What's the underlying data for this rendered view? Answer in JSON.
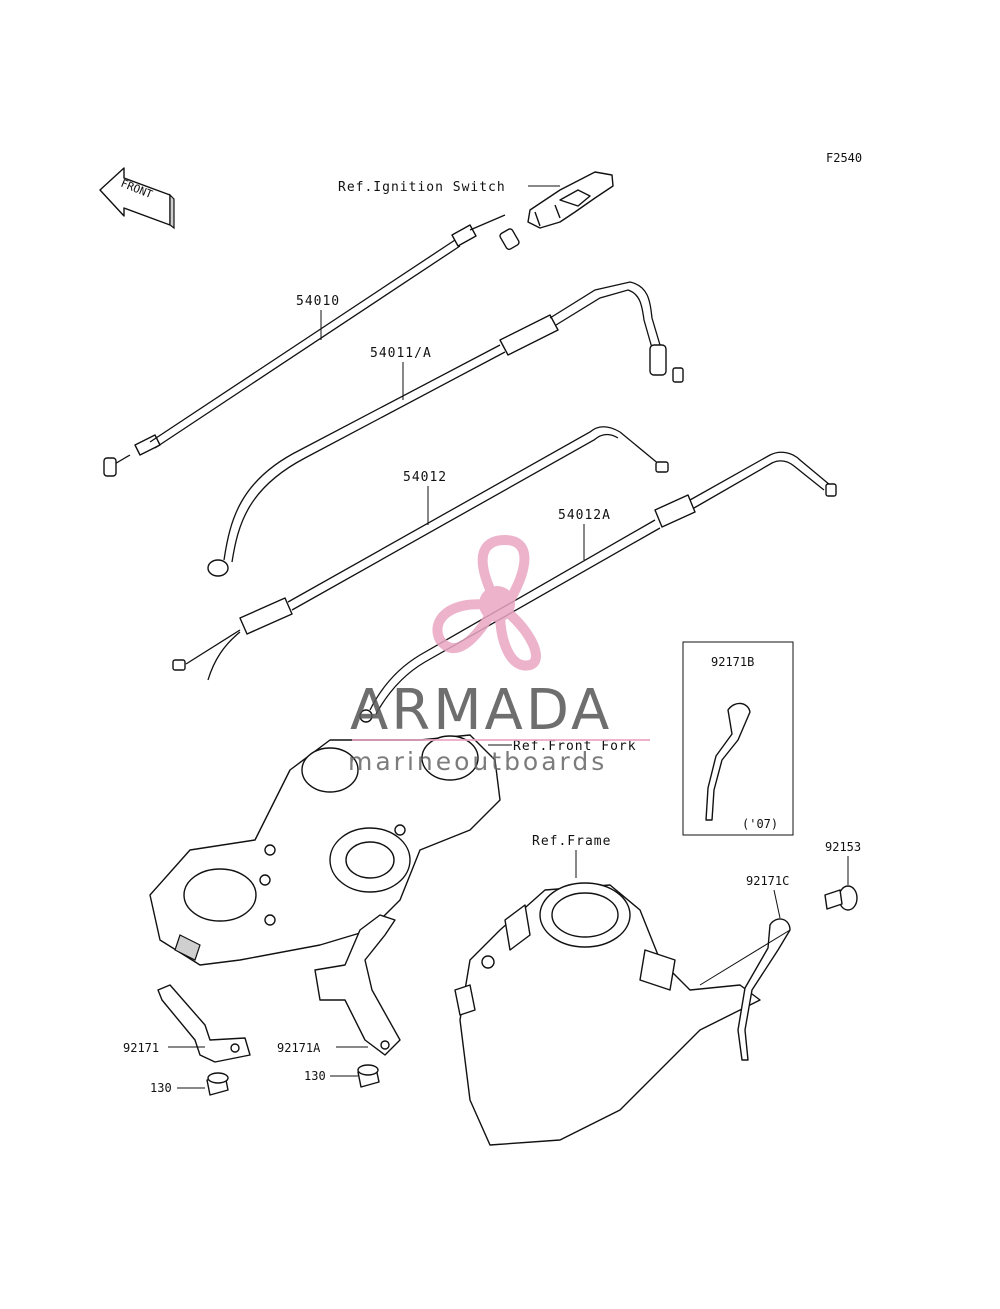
{
  "diagram": {
    "figure_code": "F2540",
    "front_arrow_label": "FRONT",
    "refs": {
      "ignition_switch": "Ref.Ignition Switch",
      "front_fork": "Ref.Front Fork",
      "frame": "Ref.Frame"
    },
    "parts": {
      "p54010": "54010",
      "p54011a": "54011/A",
      "p54012": "54012",
      "p54012a": "54012A",
      "p92171b": "92171B",
      "p92171b_note": "('07)",
      "p92153": "92153",
      "p92171c": "92171C",
      "p92171": "92171",
      "p92171a": "92171A",
      "p130_left": "130",
      "p130_right": "130"
    }
  },
  "watermark": {
    "brand": "ARMADA",
    "tagline": "marineoutboards",
    "color": "#e9a6c3"
  }
}
